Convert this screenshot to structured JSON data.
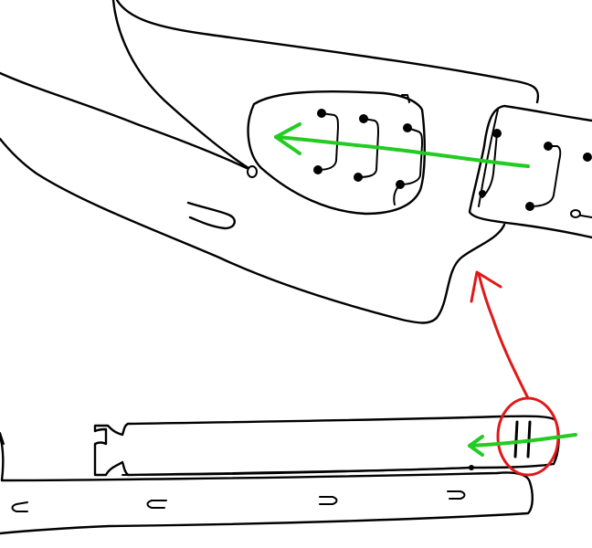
{
  "colors": {
    "background": "#ffffff",
    "ink": "#000000",
    "move_arrow": "#22cc22",
    "callout": "#e01818"
  },
  "figures": [
    {
      "id": "detail-view",
      "description_icon": "bracket-assembly-closeup"
    },
    {
      "id": "overview",
      "description_icon": "long-bar-with-slots"
    }
  ],
  "annotations": {
    "move_direction": "left",
    "callout_target": "double-slot-block"
  }
}
